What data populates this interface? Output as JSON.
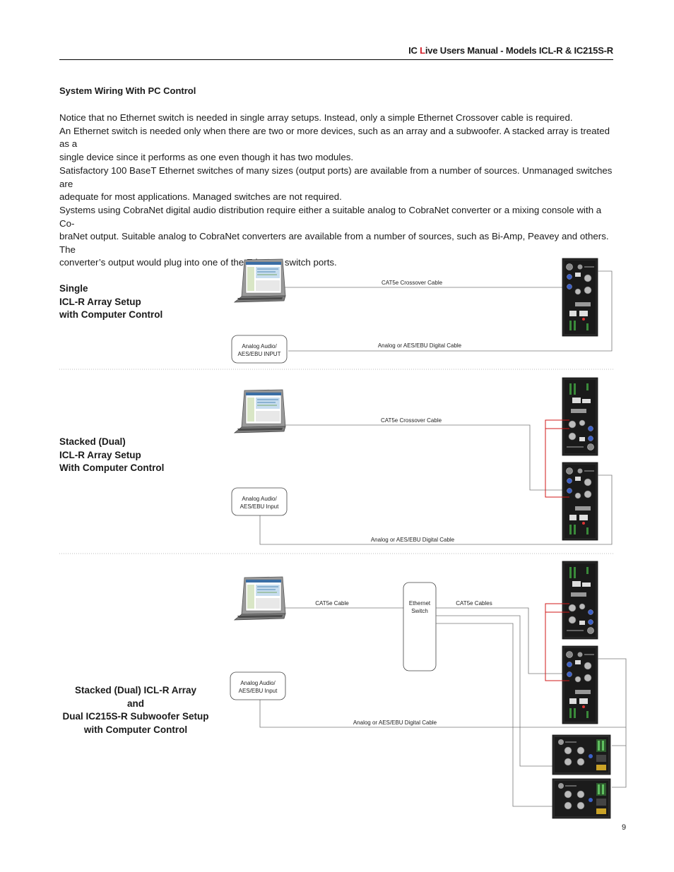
{
  "header": {
    "prefix": "IC ",
    "accent_letter": "L",
    "suffix": "ive Users Manual - Models  ICL-R & IC215S-R",
    "accent_color": "#d4202a"
  },
  "section_title": "System Wiring With PC Control",
  "paragraphs": [
    [
      "Notice that no Ethernet switch is needed in single array setups. Instead, only a simple Ethernet Crossover cable is required.",
      "An Ethernet switch is needed only when there are two or more devices, such as an array and a subwoofer. A stacked array is treated as a",
      "single device since it performs as one even though it has two modules."
    ],
    [
      "Satisfactory 100 BaseT Ethernet switches of many sizes (output ports) are available from a number of sources. Unmanaged switches are",
      "adequate for most applications. Managed switches are not required."
    ],
    [
      "Systems using CobraNet digital audio distribution require either a suitable analog to CobraNet converter or a mixing console with a Co-",
      "braNet output. Suitable analog to CobraNet converters are available from a number of sources, such as Bi-Amp, Peavey and others. The",
      "converter’s output would plug into one of the Ethernet switch ports."
    ]
  ],
  "diagrams": {
    "single": {
      "label": [
        "Single",
        "ICL-R Array Setup",
        "with Computer Control"
      ],
      "cable_top": "CAT5e Crossover Cable",
      "input_box": [
        "Analog Audio/",
        "AES/EBU INPUT"
      ],
      "cable_bottom": "Analog or AES/EBU Digital Cable"
    },
    "stacked": {
      "label": [
        "Stacked (Dual)",
        "ICL-R Array Setup",
        "With Computer Control"
      ],
      "cable_top": "CAT5e Crossover Cable",
      "input_box": [
        "Analog Audio/",
        "AES/EBU Input"
      ],
      "cable_bottom": "Analog or AES/EBU Digital Cable"
    },
    "stacked_sub": {
      "label": [
        "Stacked (Dual) ICL-R Array",
        "and",
        "Dual IC215S-R Subwoofer Setup",
        "with Computer Control"
      ],
      "cable_pc": "CAT5e Cable",
      "switch_box": [
        "Ethernet",
        "Switch"
      ],
      "cable_out": "CAT5e Cables",
      "input_box": [
        "Analog Audio/",
        "AES/EBU Input"
      ],
      "cable_bottom": "Analog or AES/EBU Digital Cable"
    }
  },
  "page_number": "9"
}
